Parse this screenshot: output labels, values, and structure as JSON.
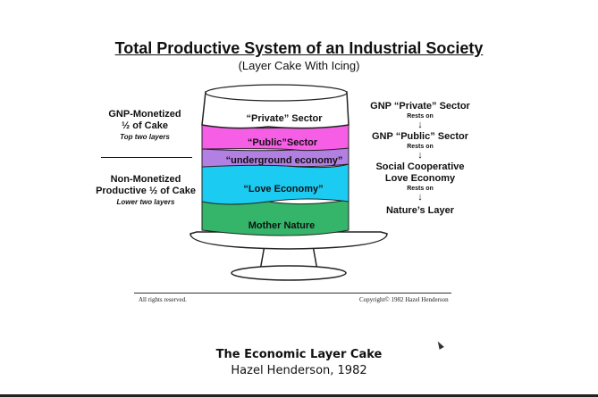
{
  "title": "Total Productive System of an Industrial Society",
  "subtitle": "(Layer Cake With Icing)",
  "left": {
    "top": {
      "line1": "GNP-Monetized",
      "line2": "½ of Cake",
      "note": "Top two layers"
    },
    "bottom": {
      "line1": "Non-Monetized",
      "line2": "Productive ½ of Cake",
      "note": "Lower two layers"
    }
  },
  "layers": {
    "private": "“Private” Sector",
    "public": "“Public”Sector",
    "underground": "“underground economy”",
    "love": "“Love Economy”",
    "nature": "Mother Nature"
  },
  "right": {
    "item1": "GNP “Private” Sector",
    "rests1": "Rests on",
    "item2": "GNP “Public” Sector",
    "rests2": "Rests on",
    "item3a": "Social Cooperative",
    "item3b": "Love Economy",
    "rests3": "Rests on",
    "item4": "Nature’s Layer"
  },
  "footer": {
    "rights": "All rights reserved.",
    "copyright": "Copyright© 1982 Hazel Henderson"
  },
  "caption": {
    "line1": "The Economic Layer Cake",
    "line2": "Hazel Henderson, 1982"
  },
  "colors": {
    "icing": "#ffffff",
    "public": "#f65ee6",
    "underground": "#b27fe3",
    "love": "#1ccbf2",
    "nature": "#34b56a",
    "plate": "#ffffff"
  }
}
